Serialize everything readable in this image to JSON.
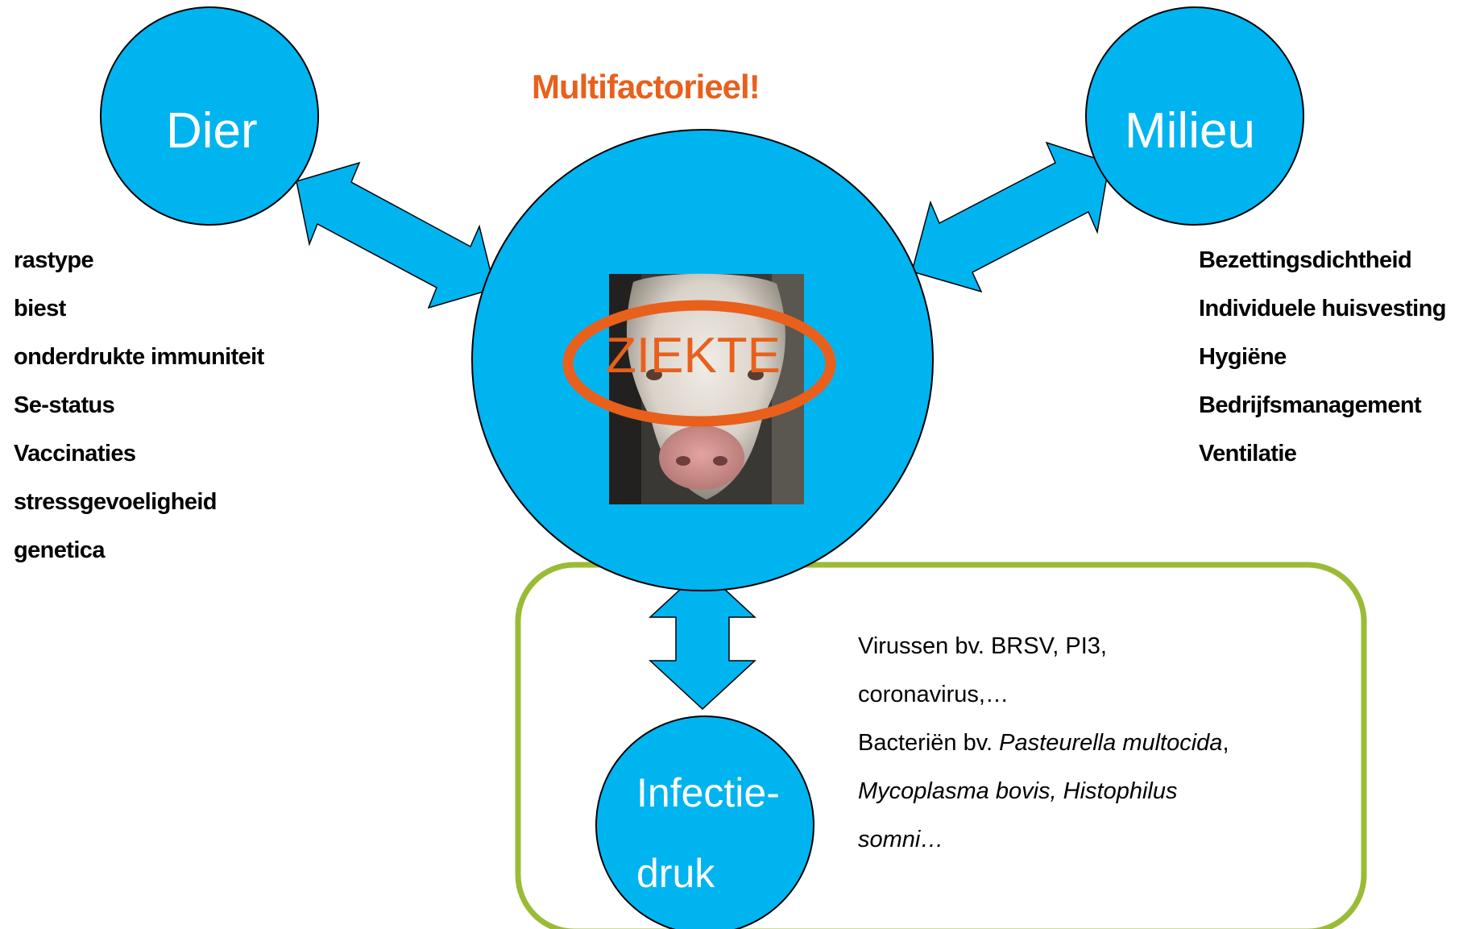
{
  "title": "Multifactorieel!",
  "nodes": {
    "dier": "Dier",
    "milieu": "Milieu",
    "center": "ZIEKTE",
    "infectie_line1": "Infectie-",
    "infectie_line2": "druk"
  },
  "dier_factors": [
    "rastype",
    "biest",
    "onderdrukte immuniteit",
    "Se-status",
    "Vaccinaties",
    "stressgevoeligheid",
    "genetica"
  ],
  "milieu_factors": [
    "Bezettingsdichtheid",
    "Individuele huisvesting",
    "Hygiëne",
    "Bedrijfsmanagement",
    "Ventilatie"
  ],
  "infectie": {
    "line1": "Virussen bv. BRSV, PI3,",
    "line2": "coronavirus,…",
    "line3_prefix": "Bacteriën bv. ",
    "line3_italic": "Pasteurella multocida",
    "line3_suffix": ",",
    "line4": "Mycoplasma bovis, Histophilus",
    "line5": "somni…"
  },
  "colors": {
    "circle": "#00b4f0",
    "accent": "#e8601c",
    "box_border": "#9bbb36",
    "text": "#000000",
    "label_text": "#ffffff"
  }
}
